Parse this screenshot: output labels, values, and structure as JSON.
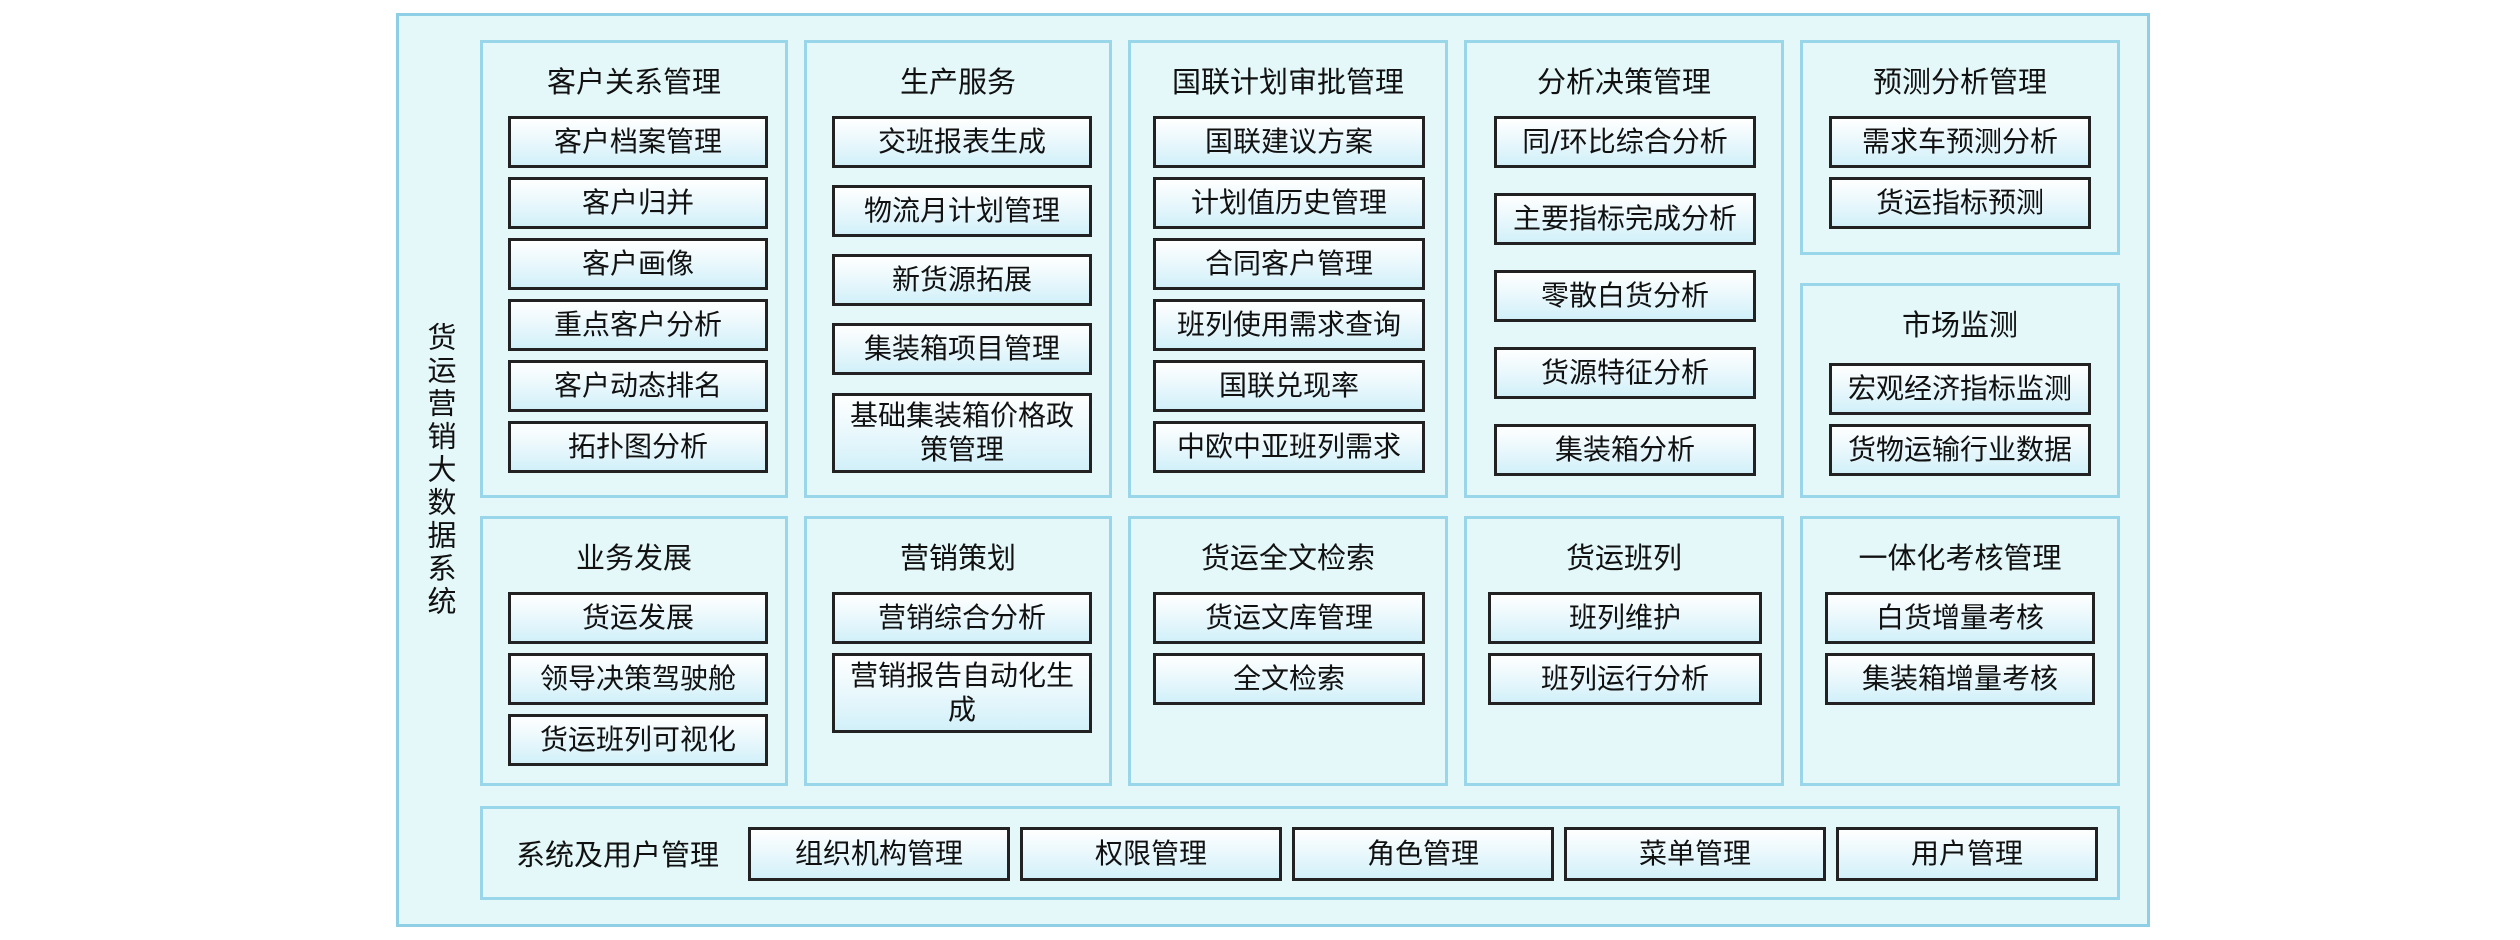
{
  "system_title": "货运营销大数据系统",
  "panels": {
    "customer": {
      "title": "客户关系管理",
      "items": [
        "客户档案管理",
        "客户归并",
        "客户画像",
        "重点客户分析",
        "客户动态排名",
        "拓扑图分析"
      ]
    },
    "production": {
      "title": "生产服务",
      "items": [
        "交班报表生成",
        "物流月计划管理",
        "新货源拓展",
        "集装箱项目管理",
        "基础集装箱价格政策管理"
      ]
    },
    "intl_plan": {
      "title": "国联计划审批管理",
      "items": [
        "国联建议方案",
        "计划值历史管理",
        "合同客户管理",
        "班列使用需求查询",
        "国联兑现率",
        "中欧中亚班列需求"
      ]
    },
    "analysis": {
      "title": "分析决策管理",
      "items": [
        "同/环比综合分析",
        "主要指标完成分析",
        "零散白货分析",
        "货源特征分析",
        "集装箱分析"
      ]
    },
    "forecast": {
      "title": "预测分析管理",
      "items": [
        "需求车预测分析",
        "货运指标预测"
      ]
    },
    "market": {
      "title": "市场监测",
      "items": [
        "宏观经济指标监测",
        "货物运输行业数据"
      ]
    },
    "business": {
      "title": "业务发展",
      "items": [
        "货运发展",
        "领导决策驾驶舱",
        "货运班列可视化"
      ]
    },
    "marketing": {
      "title": "营销策划",
      "items": [
        "营销综合分析",
        "营销报告自动化生成"
      ]
    },
    "search": {
      "title": "货运全文检索",
      "items": [
        "货运文库管理",
        "全文检索"
      ]
    },
    "train": {
      "title": "货运班列",
      "items": [
        "班列维护",
        "班列运行分析"
      ]
    },
    "assessment": {
      "title": "一体化考核管理",
      "items": [
        "白货增量考核",
        "集装箱增量考核"
      ]
    }
  },
  "system_bar": {
    "label": "系统及用户管理",
    "items": [
      "组织机构管理",
      "权限管理",
      "角色管理",
      "菜单管理",
      "用户管理"
    ]
  }
}
